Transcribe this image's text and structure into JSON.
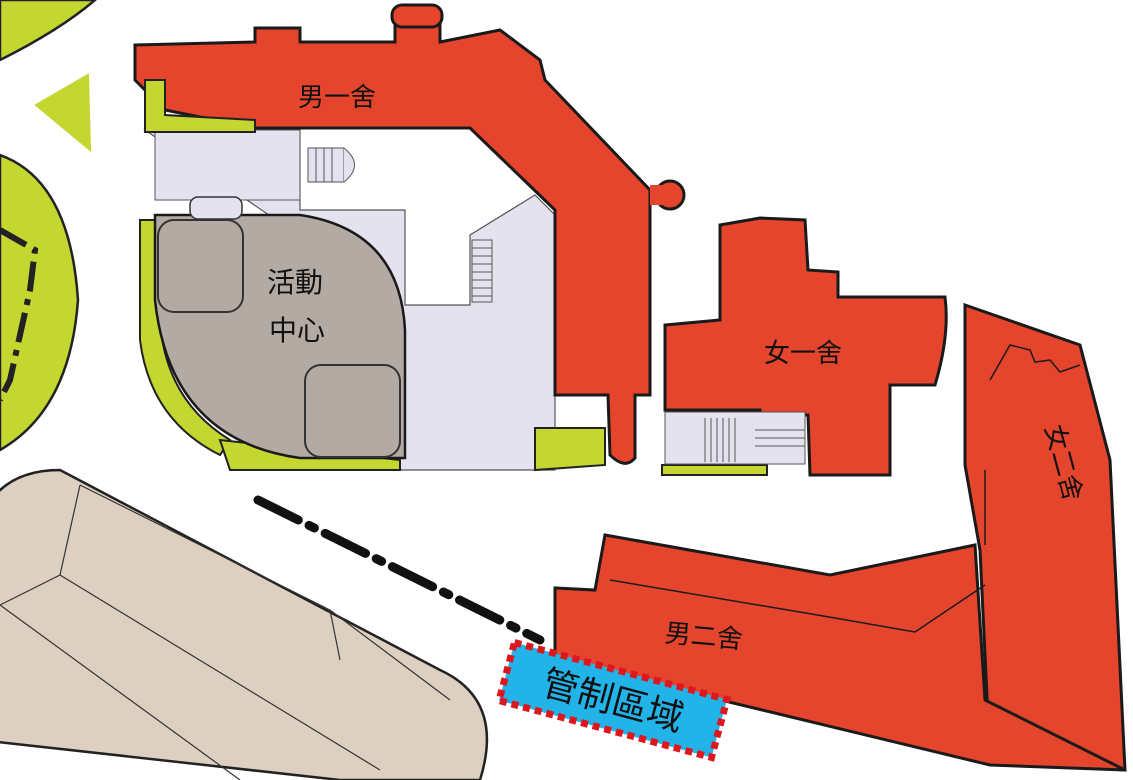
{
  "buildings": {
    "boys_dorm_1": "男一舍",
    "activity_center_line1": "活動",
    "activity_center_line2": "中心",
    "girls_dorm_1": "女一舍",
    "girls_dorm_2": "女二舍",
    "boys_dorm_2": "男二舍"
  },
  "restricted_zone": {
    "label": "管制區域"
  },
  "colors": {
    "building": "#e5452c",
    "green": "#c4d630",
    "lavender": "#e4e2ef",
    "activity": "#b3aaa3",
    "track": "#ddd0c0",
    "zone_fill": "#22b3e8",
    "zone_border": "#e0161f"
  }
}
